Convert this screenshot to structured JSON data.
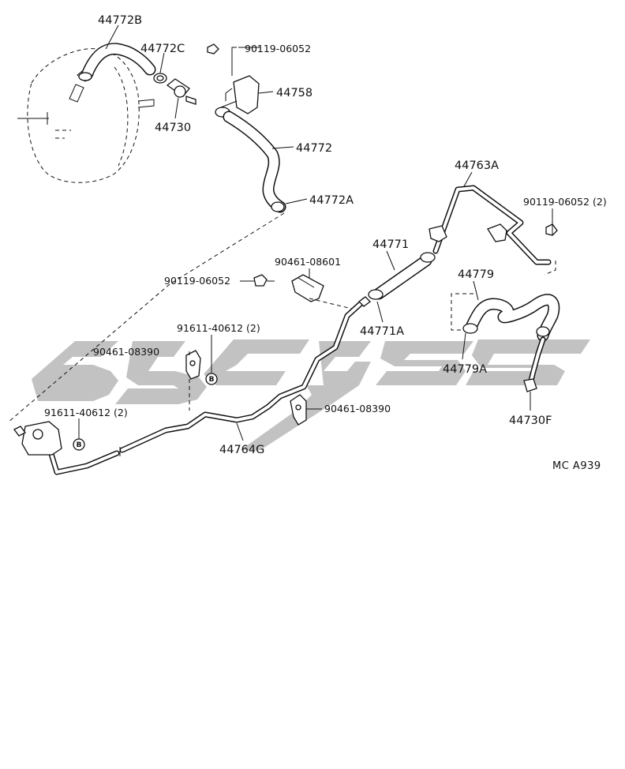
{
  "diagram": {
    "reference_code": "MC  A939",
    "watermark_text": "صنع",
    "bolt_marker": "B",
    "labels": {
      "p44772B": "44772B",
      "p44772C": "44772C",
      "p44730": "44730",
      "p90119_06052_top": "90119-06052",
      "p44758": "44758",
      "p44772": "44772",
      "p44772A": "44772A",
      "p44763A": "44763A",
      "p90119_06052_2": "90119-06052 (2)",
      "p44771": "44771",
      "p90461_08601": "90461-08601",
      "p90119_06052_mid": "90119-06052",
      "p44779": "44779",
      "p44771A": "44771A",
      "p91611_40612_2_upper": "91611-40612 (2)",
      "p90461_08390_upper": "90461-08390",
      "p44779A": "44779A",
      "p44730F": "44730F",
      "p90461_08390_lower": "90461-08390",
      "p91611_40612_2_lower": "91611-40612 (2)",
      "p44764G": "44764G"
    }
  }
}
